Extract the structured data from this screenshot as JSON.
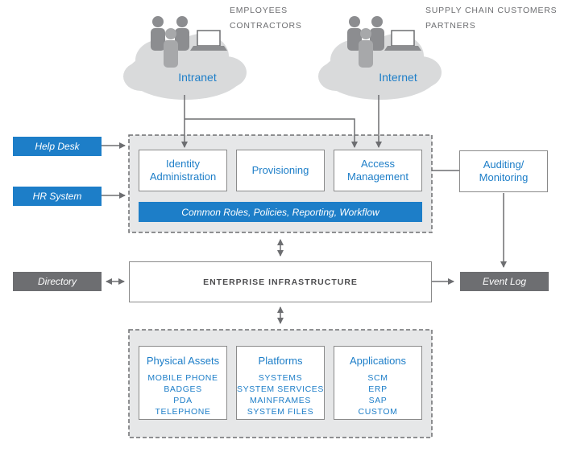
{
  "audiences": {
    "left": [
      "EMPLOYEES",
      "CONTRACTORS"
    ],
    "right": [
      "SUPPLY CHAIN CUSTOMERS",
      "PARTNERS"
    ]
  },
  "clouds": {
    "intranet": "Intranet",
    "internet": "Internet"
  },
  "inputs": {
    "help_desk": "Help Desk",
    "hr_system": "HR System",
    "directory": "Directory"
  },
  "core_services": {
    "identity_admin": [
      "Identity",
      "Administration"
    ],
    "provisioning": "Provisioning",
    "access_mgmt": [
      "Access",
      "Management"
    ],
    "common_bar": "Common Roles, Policies, Reporting, Workflow"
  },
  "auditing": [
    "Auditing/",
    "Monitoring"
  ],
  "enterprise": "ENTERPRISE INFRASTRUCTURE",
  "event_log": "Event Log",
  "resources": {
    "physical": {
      "title": "Physical Assets",
      "items": [
        "MOBILE PHONE",
        "BADGES",
        "PDA",
        "TELEPHONE"
      ]
    },
    "platforms": {
      "title": "Platforms",
      "items": [
        "SYSTEMS",
        "SYSTEM SERVICES",
        "MAINFRAMES",
        "SYSTEM FILES"
      ]
    },
    "applications": {
      "title": "Applications",
      "items": [
        "SCM",
        "ERP",
        "SAP",
        "CUSTOM"
      ]
    }
  },
  "colors": {
    "accent": "#1d7ec8",
    "gray": "#6d6e71",
    "dashed": "#6d6e71",
    "panel": "#e6e7e8"
  }
}
